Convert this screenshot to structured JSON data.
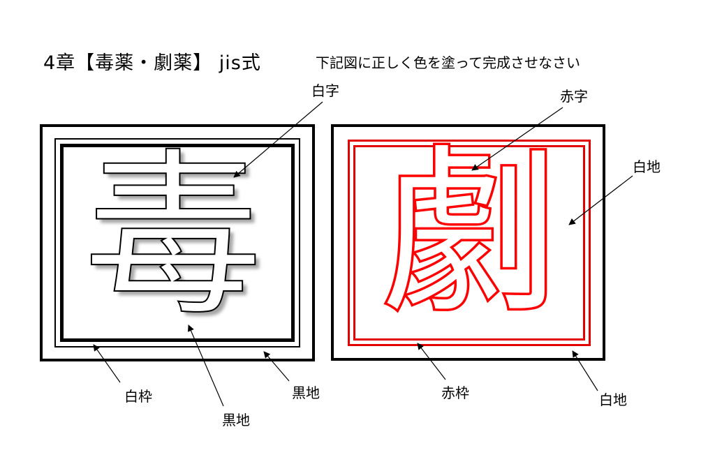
{
  "title": "4章【毒薬・劇薬】 jis式",
  "instruction": "下記図に正しく色を塗って完成させなさい",
  "colors": {
    "black": "#000000",
    "red": "#e00000",
    "white": "#ffffff"
  },
  "poison": {
    "character": "毒",
    "labels": {
      "character": "白字",
      "frame": "白枠",
      "background_inner": "黒地",
      "background_outer": "黒地"
    }
  },
  "powerful": {
    "character": "劇",
    "labels": {
      "character": "赤字",
      "background_right": "白地",
      "frame": "赤枠",
      "background_bottom": "白地"
    }
  }
}
